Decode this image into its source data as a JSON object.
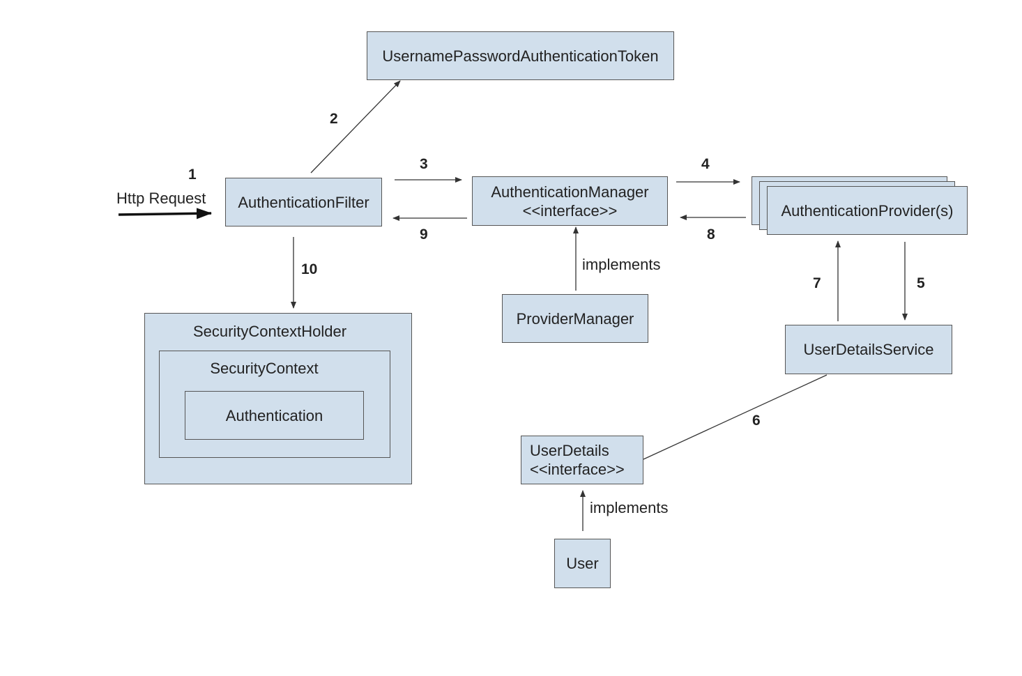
{
  "boxes": {
    "token": "UsernamePasswordAuthenticationToken",
    "filter": "AuthenticationFilter",
    "manager_line1": "AuthenticationManager",
    "manager_line2": "<<interface>>",
    "provider": "AuthenticationProvider(s)",
    "provider_manager": "ProviderManager",
    "user_details_service": "UserDetailsService",
    "context_holder": "SecurityContextHolder",
    "context": "SecurityContext",
    "authentication": "Authentication",
    "user_details_line1": "UserDetails",
    "user_details_line2": "<<interface>>",
    "user": "User"
  },
  "labels": {
    "http_request": "Http Request",
    "implements_manager": "implements",
    "implements_user": "implements"
  },
  "steps": {
    "s1": "1",
    "s2": "2",
    "s3": "3",
    "s4": "4",
    "s5": "5",
    "s6": "6",
    "s7": "7",
    "s8": "8",
    "s9": "9",
    "s10": "10"
  },
  "colors": {
    "box_fill": "#d1dfec",
    "box_border": "#555555",
    "line": "#333333"
  }
}
